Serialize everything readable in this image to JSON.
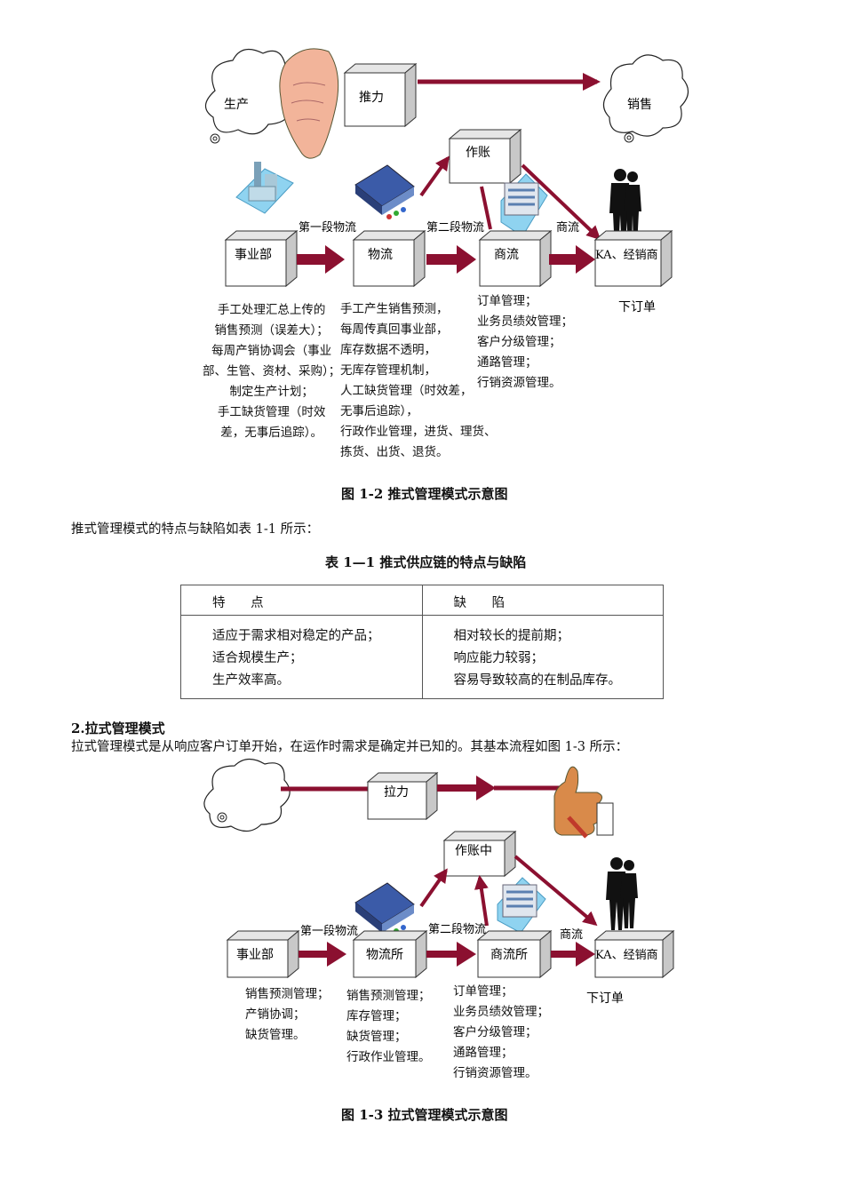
{
  "fig1": {
    "cloud_left": "生产",
    "push_box": "推力",
    "cloud_right": "销售",
    "accounting_box": "作账",
    "seg1": "第一段物流",
    "seg2": "第二段物流",
    "commerce_flow": "商流",
    "boxes": [
      "事业部",
      "物流",
      "商流",
      "KA、经销商"
    ],
    "order": "下订单",
    "notes_division": "手工处理汇总上传的\n销售预测（误差大）；\n每周产销协调会（事业\n部、生管、资材、采购）；\n制定生产计划；\n手工缺货管理（时效\n差，无事后追踪）。",
    "notes_logistics": "手工产生销售预测，\n每周传真回事业部，\n库存数据不透明，\n无库存管理机制，\n人工缺货管理（时效差，\n无事后追踪），\n行政作业管理，进货、理货、\n拣货、出货、退货。",
    "notes_commerce": "订单管理；\n业务员绩效管理；\n客户分级管理；\n通路管理；\n行销资源管理。",
    "caption": "图 1-2     推式管理模式示意图"
  },
  "intro": "推式管理模式的特点与缺陷如表 1-1 所示：",
  "table": {
    "title": "表 1—1   推式供应链的特点与缺陷",
    "headers": [
      "特  点",
      "缺  陷"
    ],
    "col1": [
      "适应于需求相对稳定的产品；",
      "适合规模生产；",
      "生产效率高。"
    ],
    "col2": [
      "相对较长的提前期；",
      "响应能力较弱；",
      "容易导致较高的在制品库存。"
    ]
  },
  "section": {
    "heading": "2.拉式管理模式",
    "text": "拉式管理模式是从响应客户订单开始，在运作时需求是确定并已知的。其基本流程如图 1-3 所示："
  },
  "fig2": {
    "pull_box": "拉力",
    "accounting_box": "作账中",
    "seg1": "第一段物流",
    "seg2": "第二段物流",
    "commerce_flow": "商流",
    "boxes": [
      "事业部",
      "物流所",
      "商流所",
      "KA、经销商"
    ],
    "order": "下订单",
    "notes_division": "销售预测管理；\n产销协调；\n缺货管理。",
    "notes_logistics": "销售预测管理；\n库存管理；\n缺货管理；\n行政作业管理。",
    "notes_commerce": "订单管理；\n业务员绩效管理；\n客户分级管理；\n通路管理；\n行销资源管理。",
    "caption": "图 1-3     拉式管理模式示意图"
  },
  "colors": {
    "arrow": "#8b1030",
    "box_side": "#c8c8c8",
    "box_top": "#e6e6e6"
  }
}
